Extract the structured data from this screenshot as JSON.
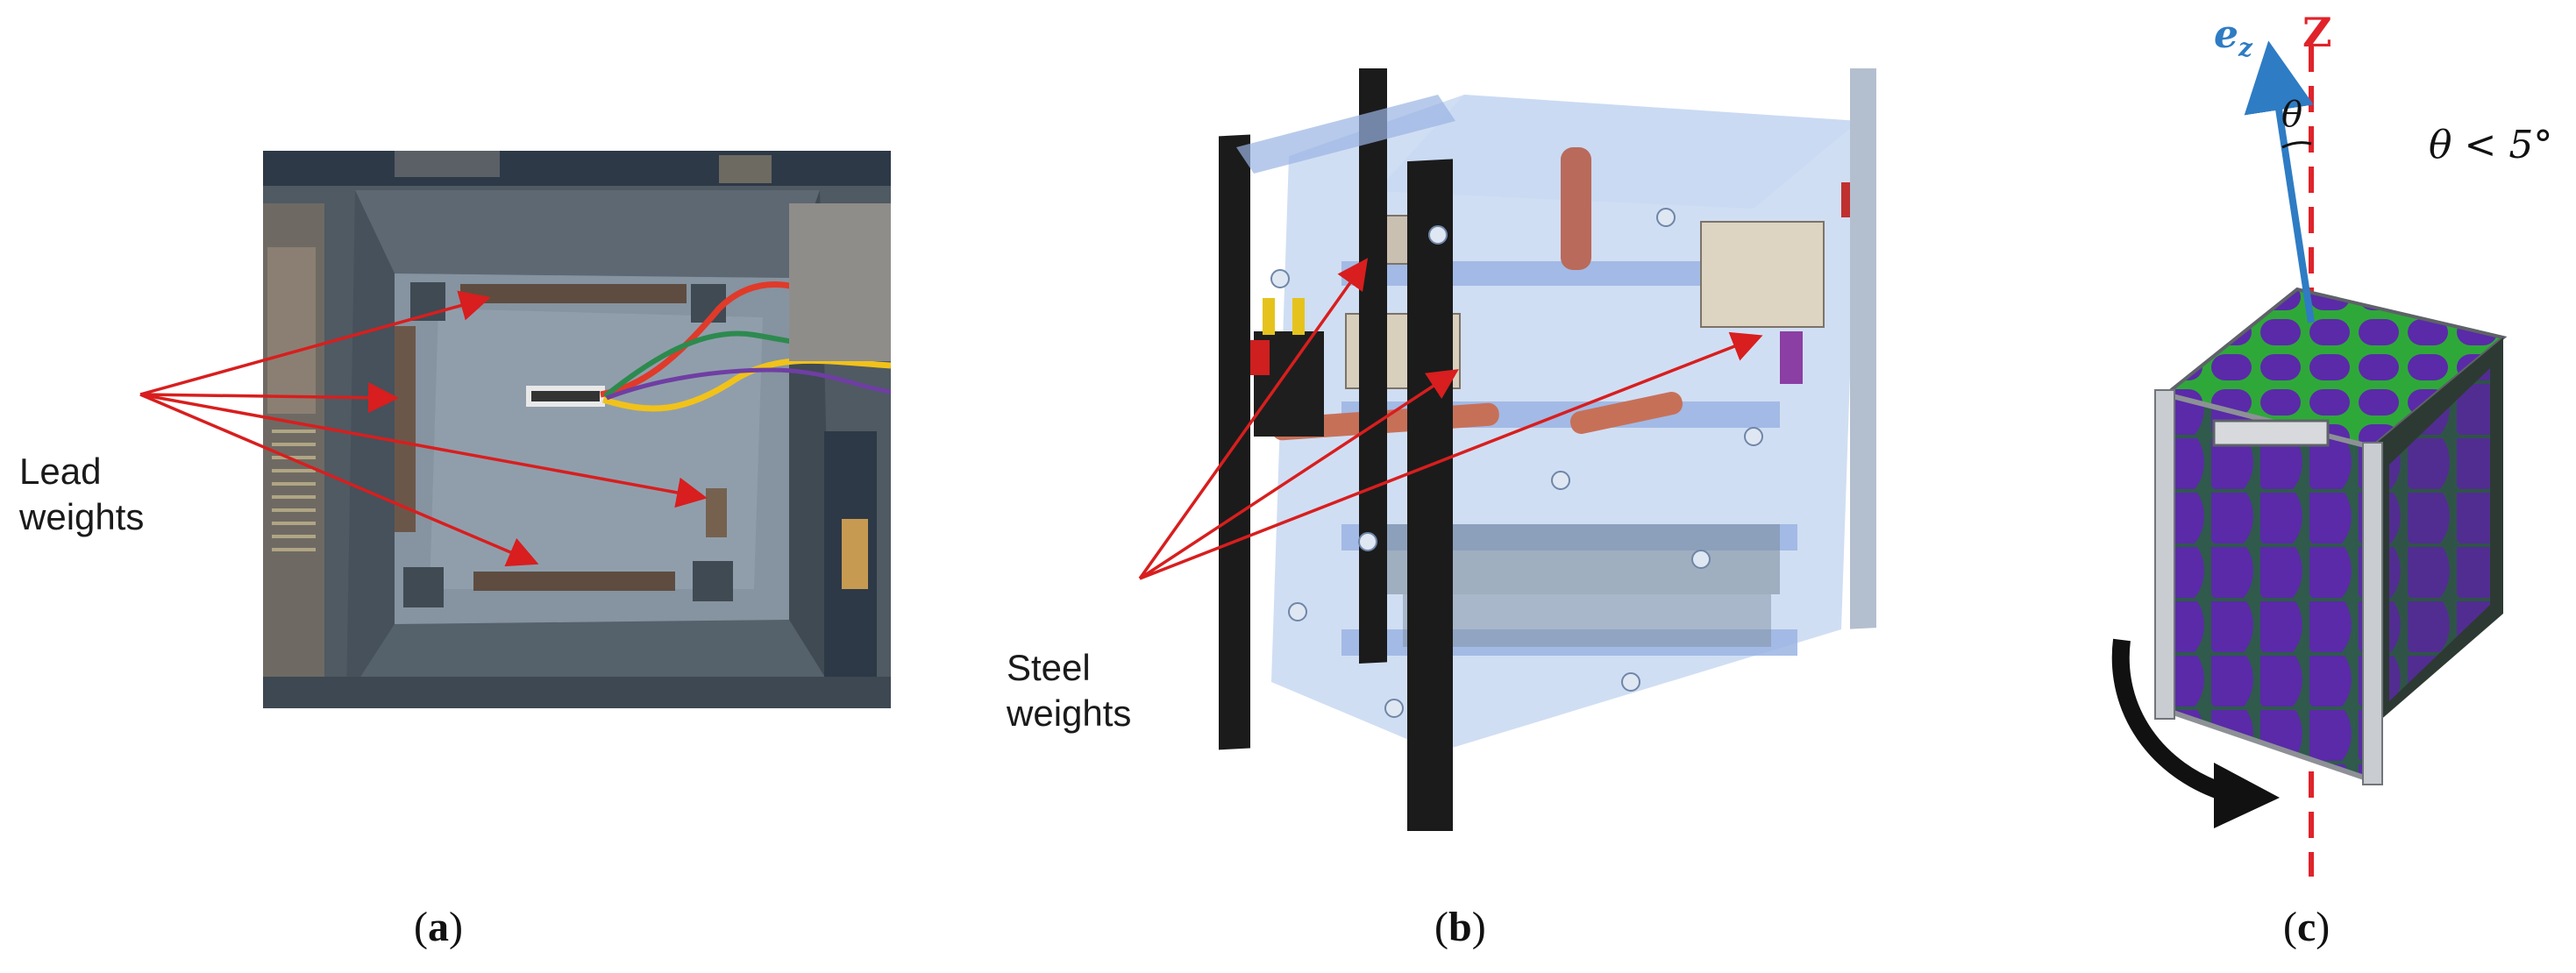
{
  "panels": [
    {
      "id": "a",
      "caption_letter": "a",
      "label_line1": "Lead",
      "label_line2": "weights"
    },
    {
      "id": "b",
      "caption_letter": "b",
      "label_line1": "Steel",
      "label_line2": "weights"
    },
    {
      "id": "c",
      "caption_letter": "c",
      "axis_label": "Z",
      "vector_label": "e",
      "vector_subscript": "z",
      "angle_symbol": "θ",
      "condition": "θ < 5°"
    }
  ],
  "colors": {
    "arrow_red": "#d81e1e",
    "axis_red": "#e0232a",
    "vector_blue": "#2e7cc4",
    "panel_purple": "#5a2aa8",
    "pcb_green": "#2fa83a",
    "steel_blue": "#8fb0e0",
    "box_gray": "#3b4752"
  }
}
